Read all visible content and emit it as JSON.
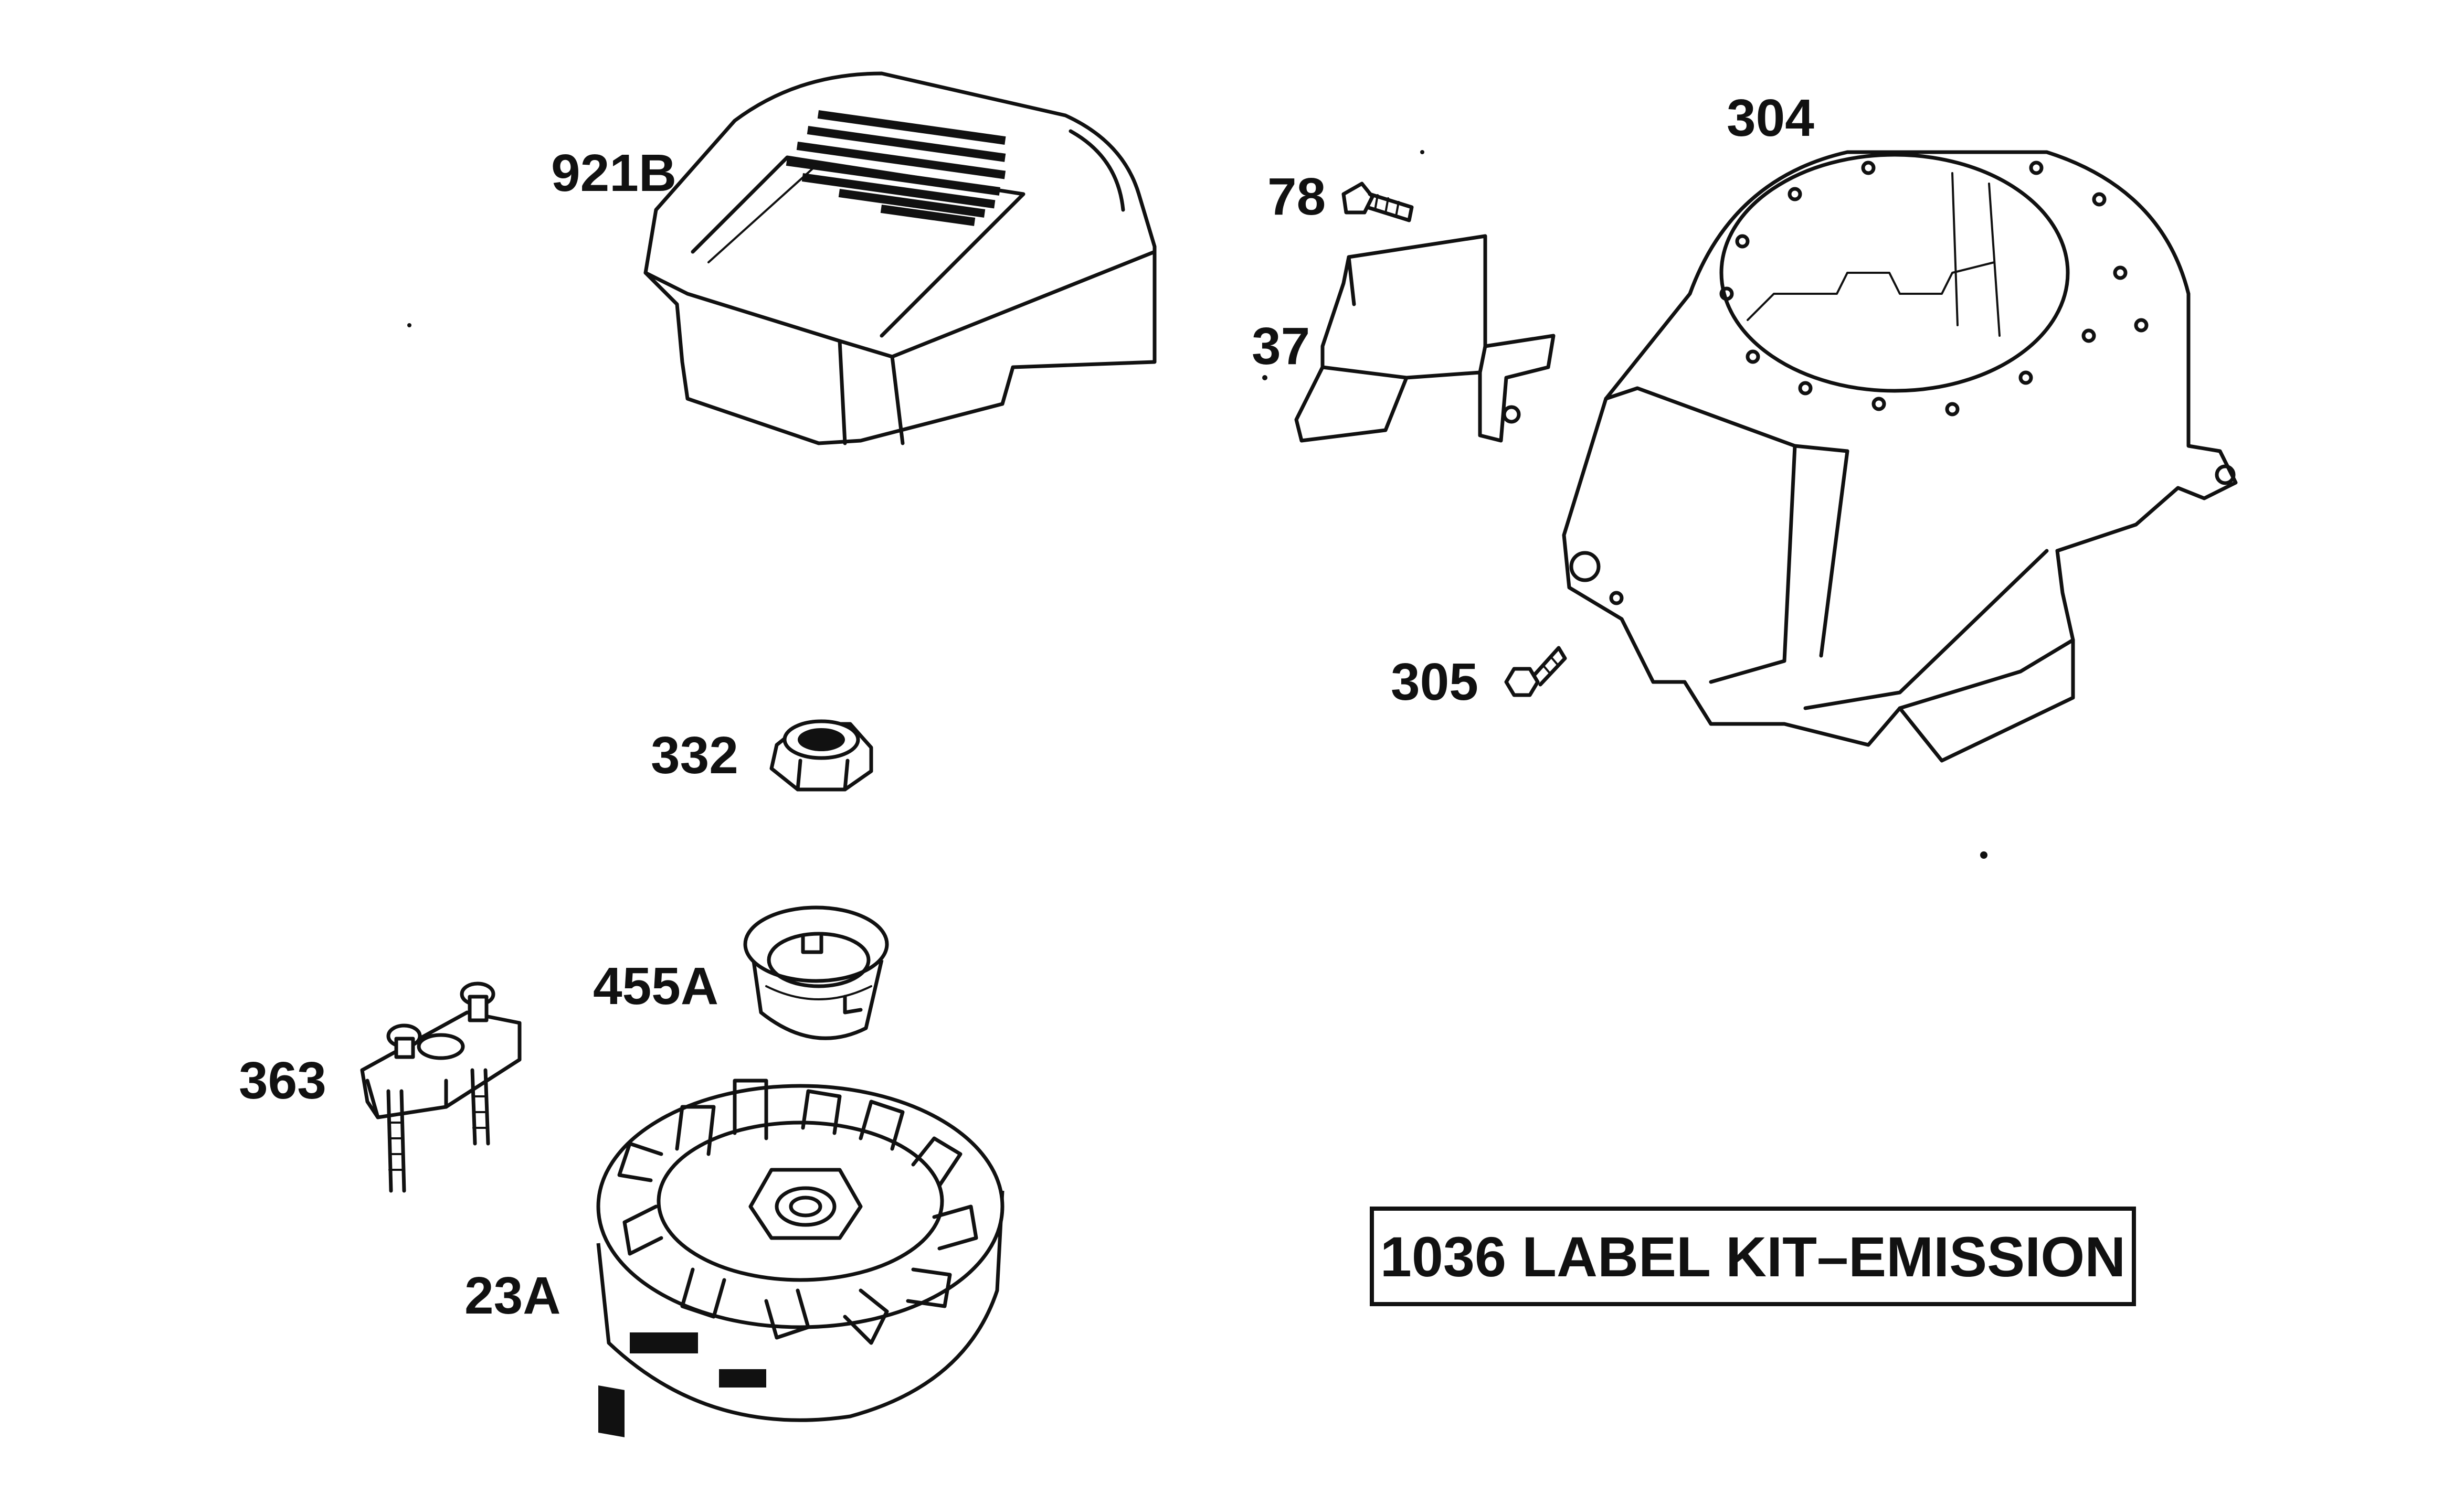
{
  "parts": {
    "p921b": "921B",
    "p304": "304",
    "p78": "78",
    "p37": "37",
    "p305": "305",
    "p332": "332",
    "p455a": "455A",
    "p363": "363",
    "p23a": "23A"
  },
  "kit_label": "1036 LABEL KIT–EMISSION"
}
